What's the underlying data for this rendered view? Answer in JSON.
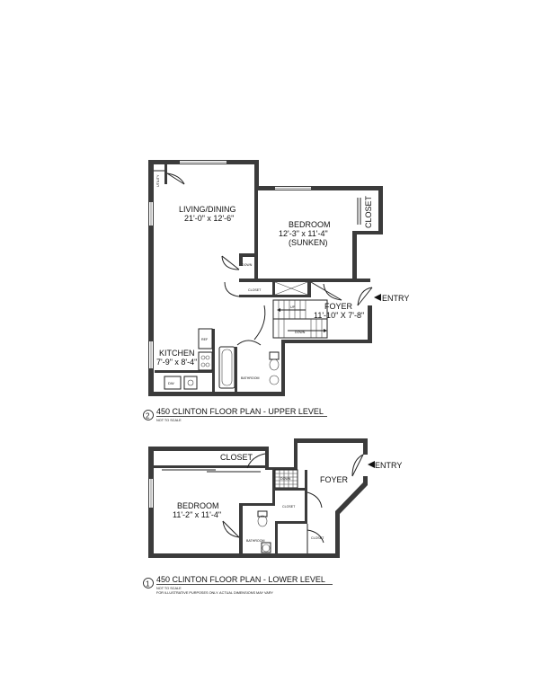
{
  "upper": {
    "utility": "UTILITY",
    "living_name": "LIVING/DINING",
    "living_dims": "21'-0\" x 12'-6\"",
    "bedroom_name": "BEDROOM",
    "bedroom_dims": "12'-3\" x 11'-4\"",
    "bedroom_note": "(SUNKEN)",
    "closet_right": "CLOSET",
    "down_small": "DOWN",
    "closet_small": "CLOSET",
    "up": "UP",
    "down_stair": "DOWN",
    "foyer_name": "FOYER",
    "foyer_dims": "11'-10\" X 7'-8\"",
    "entry": "ENTRY",
    "ref": "REF",
    "kitchen_name": "KITCHEN",
    "kitchen_dims": "7'-9\" x 8'-4\"",
    "dw": "DW",
    "bathroom": "BATHROOM",
    "title_num": "2",
    "title": "450 CLINTON FLOOR PLAN - UPPER LEVEL",
    "scale": "NOT TO SCALE"
  },
  "lower": {
    "closet_top": "CLOSET",
    "down": "DOWN",
    "foyer_name": "FOYER",
    "entry": "ENTRY",
    "bedroom_name": "BEDROOM",
    "bedroom_dims": "11'-2\" x 11'-4\"",
    "closet_mid": "CLOSET",
    "bathroom": "BATHROOM",
    "closet_right": "CLOSET",
    "title_num": "1",
    "title": "450 CLINTON FLOOR PLAN - LOWER LEVEL",
    "scale": "NOT TO SCALE",
    "disclaimer": "FOR ILLUSTRATIVE PURPOSES ONLY. ACTUAL DIMENSIONS MAY VARY"
  }
}
